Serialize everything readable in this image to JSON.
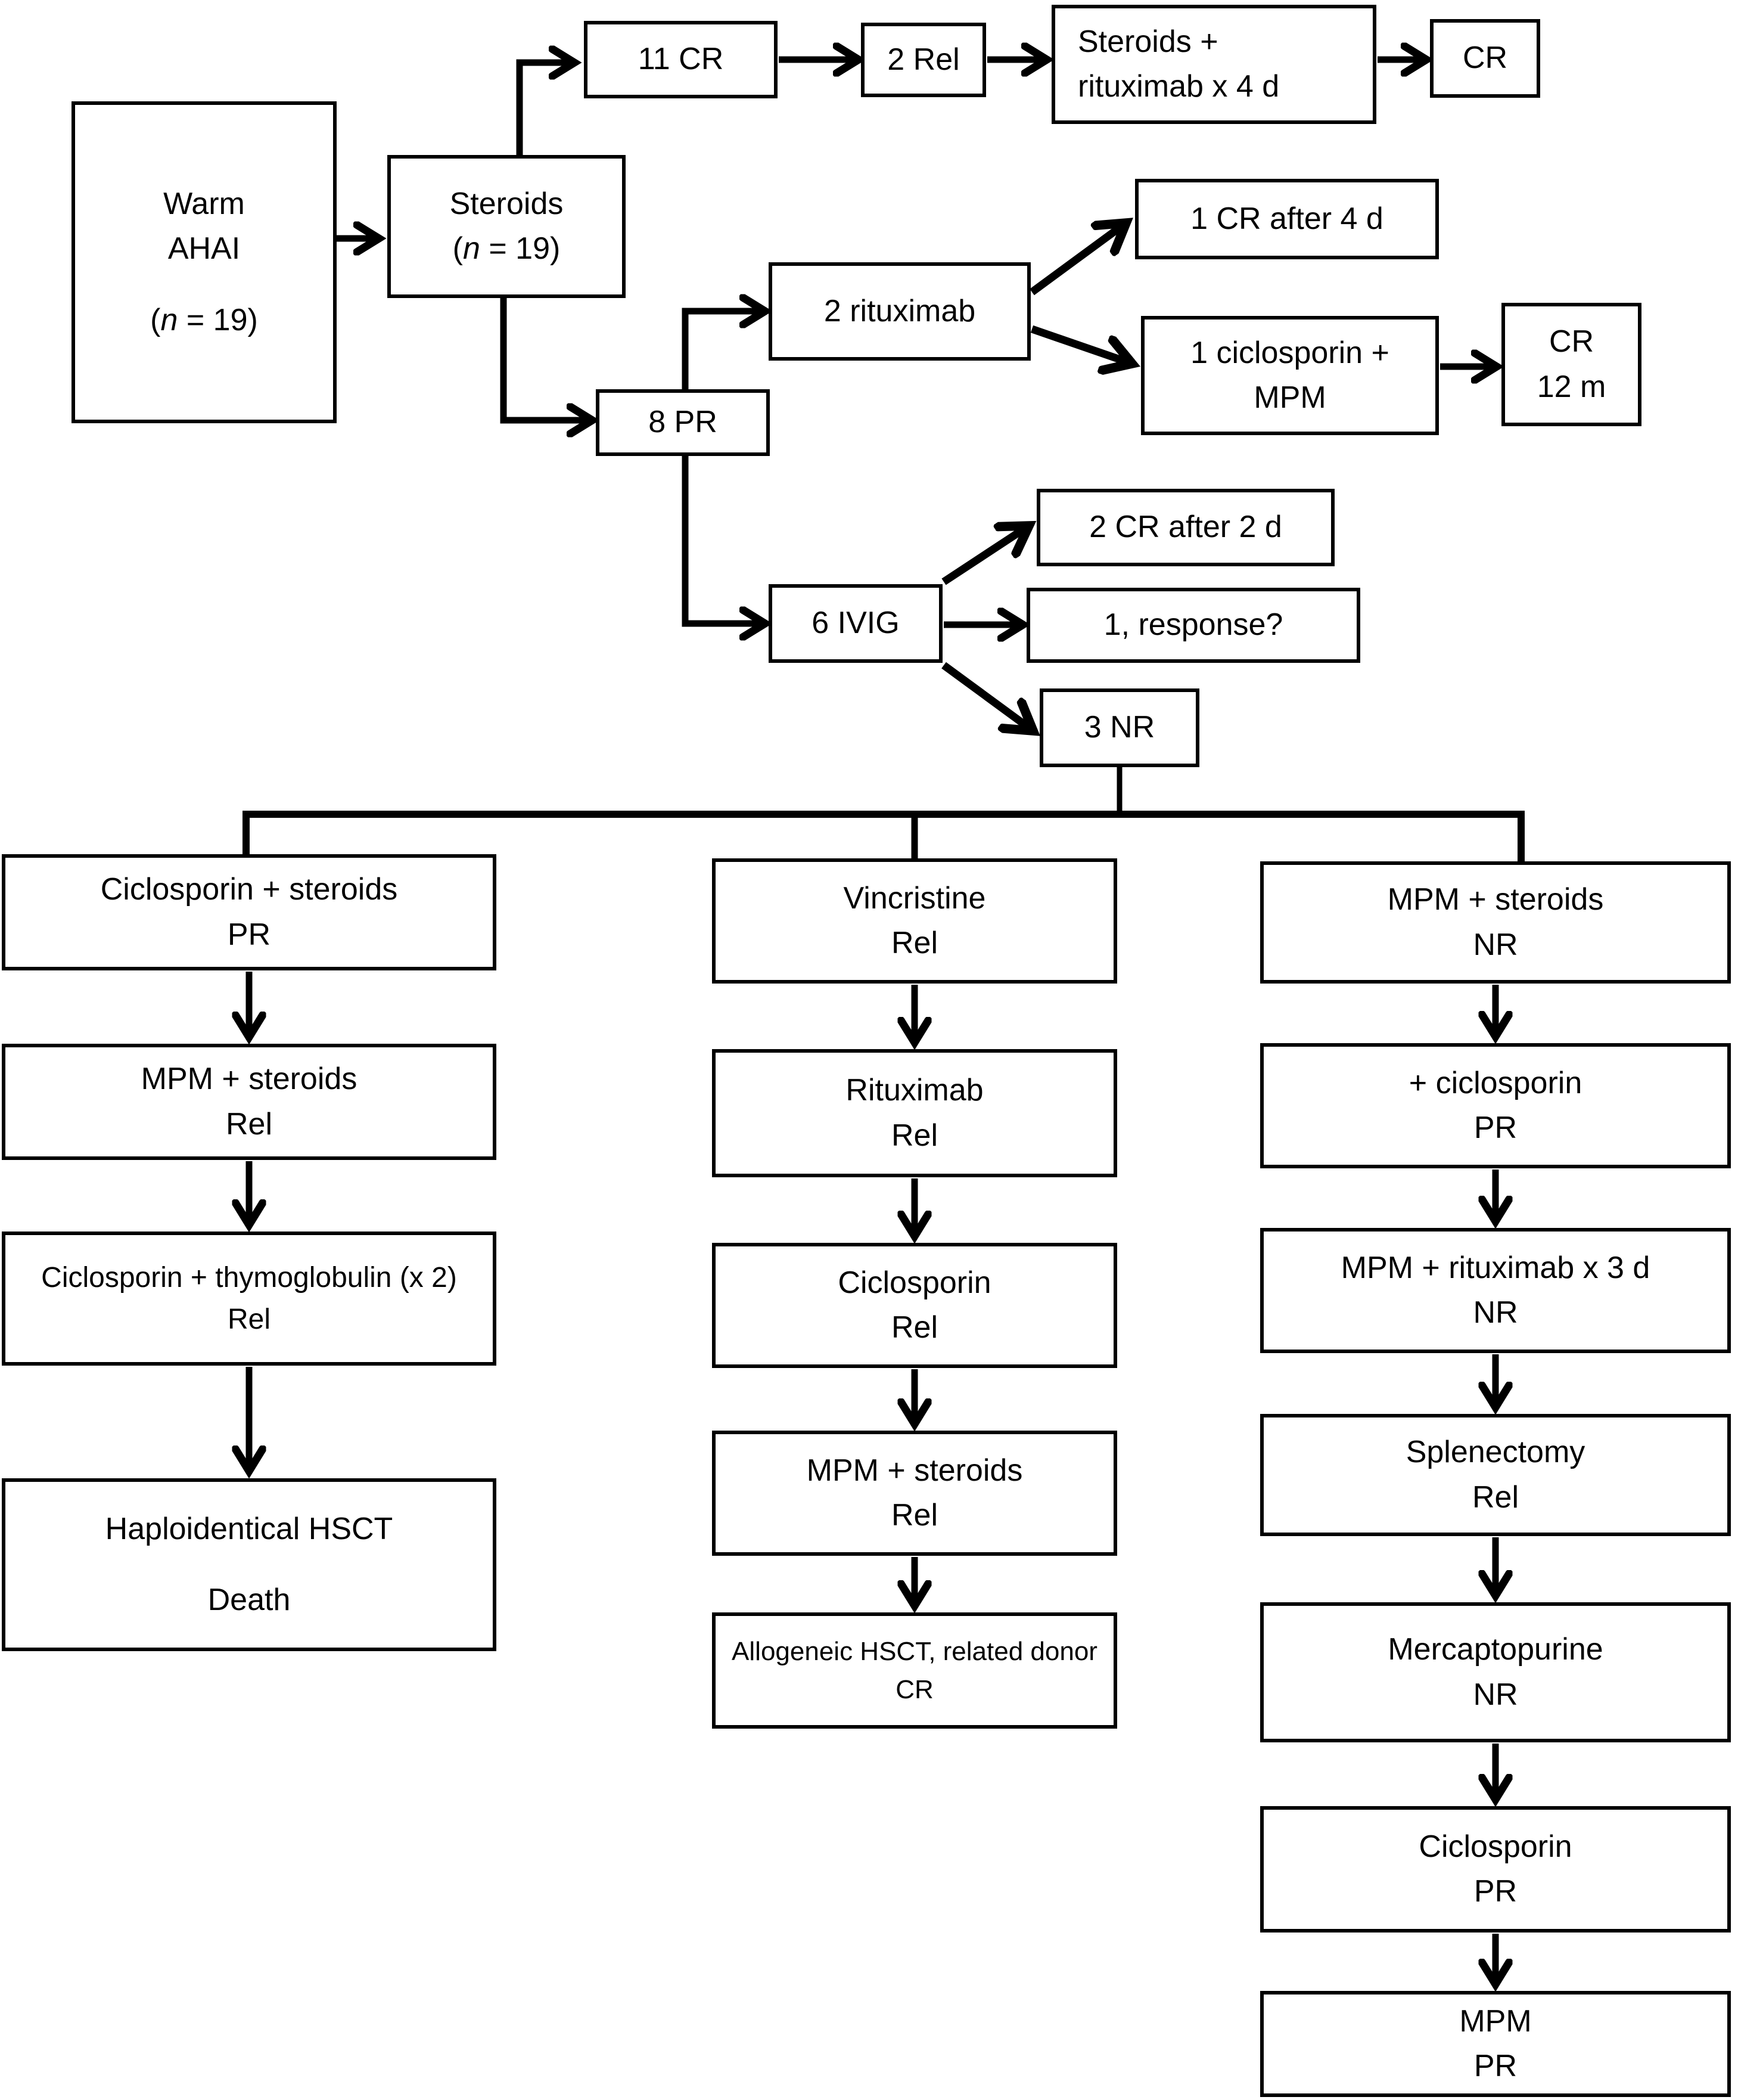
{
  "boxes": {
    "warm": {
      "line1": "Warm",
      "line2": "AHAI",
      "count_open": "(",
      "count_n": "n",
      "count_rest": " = 19)"
    },
    "steroids": {
      "line1": "Steroids",
      "count_open": "(",
      "count_n": "n",
      "count_rest": " = 19)"
    },
    "cr_11": "11 CR",
    "rel_2": "2 Rel",
    "steroids_rituximab": {
      "line1": "Steroids +",
      "line2": "rituximab x 4 d"
    },
    "cr_top": "CR",
    "rituximab_2": "2 rituximab",
    "cr_after_4d": "1 CR after 4 d",
    "ciclosporin_mpm": {
      "line1": "1 ciclosporin +",
      "line2": "MPM"
    },
    "cr_12m": {
      "line1": "CR",
      "line2": "12 m"
    },
    "pr_8": "8 PR",
    "ivig_6": "6 IVIG",
    "cr_after_2d": "2 CR after 2 d",
    "response_1": "1, response?",
    "nr_3": "3 NR"
  },
  "left_column": [
    {
      "line1": "Ciclosporin + steroids",
      "line2": "PR"
    },
    {
      "line1": "MPM + steroids",
      "line2": "Rel"
    },
    {
      "line1": "Ciclosporin + thymoglobulin (x 2)",
      "line2": "Rel"
    },
    {
      "line1": "Haploidentical HSCT",
      "line2": "Death"
    }
  ],
  "middle_column": [
    {
      "line1": "Vincristine",
      "line2": "Rel"
    },
    {
      "line1": "Rituximab",
      "line2": "Rel"
    },
    {
      "line1": "Ciclosporin",
      "line2": "Rel"
    },
    {
      "line1": "MPM + steroids",
      "line2": "Rel"
    },
    {
      "line1": "Allogeneic HSCT, related donor",
      "line2": "CR"
    }
  ],
  "right_column": [
    {
      "line1": "MPM + steroids",
      "line2": "NR"
    },
    {
      "line1": "+ ciclosporin",
      "line2": "PR"
    },
    {
      "line1": "MPM + rituximab x 3 d",
      "line2": "NR"
    },
    {
      "line1": "Splenectomy",
      "line2": "Rel"
    },
    {
      "line1": "Mercaptopurine",
      "line2": "NR"
    },
    {
      "line1": "Ciclosporin",
      "line2": "PR"
    },
    {
      "line1": "MPM",
      "line2": "PR"
    }
  ],
  "colors": {
    "line": "#000000",
    "background": "#ffffff"
  }
}
